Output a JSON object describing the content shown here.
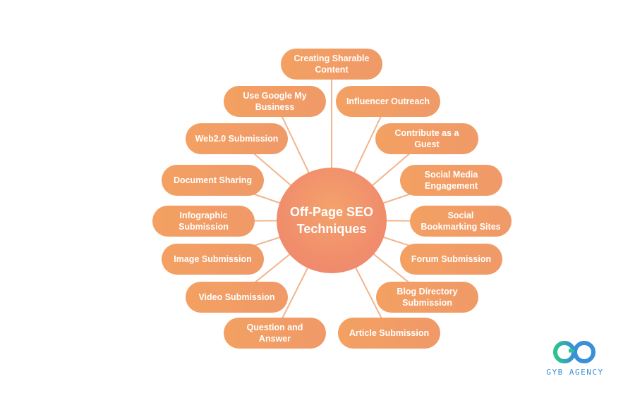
{
  "center": {
    "title": "Off-Page SEO Techniques"
  },
  "techniques": [
    "Creating Sharable Content",
    "Influencer Outreach",
    "Contribute as a Guest",
    "Social Media Engagement",
    "Social Bookmarking Sites",
    "Forum Submission",
    "Blog Directory Submission",
    "Article Submission",
    "Question and Answer",
    "Video Submission",
    "Image Submission",
    "Infographic Submission",
    "Document Sharing",
    "Web2.0 Submission",
    "Use Google My Business"
  ],
  "logo": {
    "text": "GYB AGENCY",
    "icon": "infinity-logo-icon",
    "colors": [
      "#2bc48a",
      "#3a8fd8"
    ]
  },
  "colors": {
    "node": "#f3a062",
    "center": "#f08e6c",
    "connector": "#f3b48a"
  }
}
